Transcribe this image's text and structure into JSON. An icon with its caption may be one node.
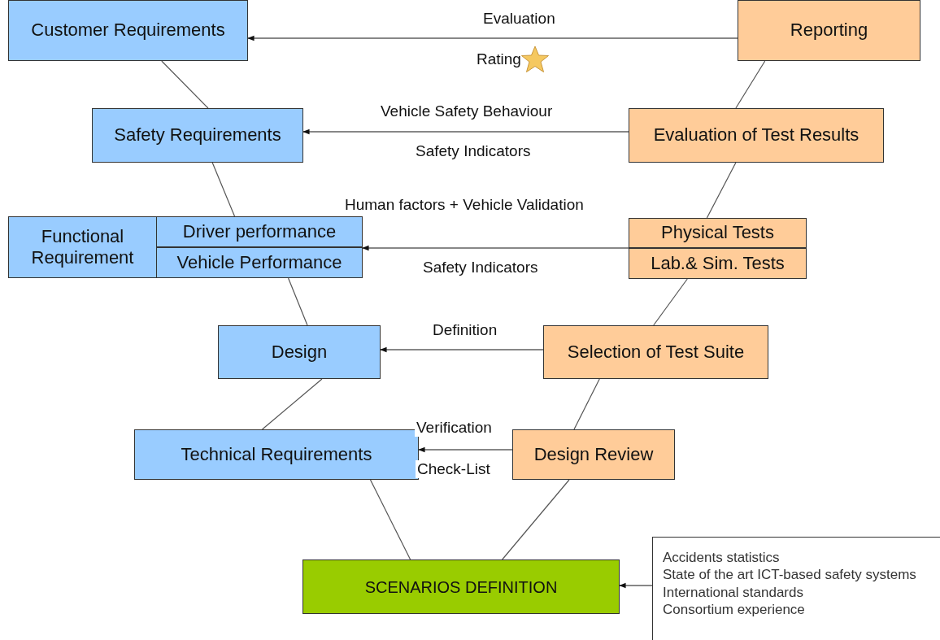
{
  "diagram": {
    "nodes": [
      {
        "text": [
          "Customer Requirements"
        ]
      },
      {
        "text": [
          "Safety Requirements"
        ]
      },
      {
        "text": [
          "Functional Requirement"
        ]
      },
      {
        "text": [
          "Driver performance"
        ]
      },
      {
        "text": [
          "Vehicle Performance"
        ]
      },
      {
        "text": [
          "Design"
        ]
      },
      {
        "text": [
          "Technical Requirements"
        ]
      },
      {
        "text": [
          "SCENARIOS DEFINITION"
        ]
      },
      {
        "text": [
          "Reporting"
        ]
      },
      {
        "text": [
          "Evaluation of Test Results"
        ]
      },
      {
        "text": [
          "Physical Tests"
        ]
      },
      {
        "text": [
          "Lab.& Sim. Tests"
        ]
      },
      {
        "text": [
          "Selection of Test Suite"
        ]
      },
      {
        "text": [
          "Design Review"
        ]
      },
      {
        "text": [
          "Accidents statistics",
          "State of the art ICT-based safety systems",
          "International standards",
          "Consortium experience"
        ]
      }
    ],
    "edges": [
      {
        "from": 8,
        "to": 0,
        "arrow": "to",
        "label": "Evaluation"
      },
      {
        "from": 9,
        "to": 1,
        "arrow": "to",
        "label": "Vehicle Safety Behaviour"
      },
      {
        "from": 10,
        "to": 3,
        "arrow": "to",
        "label": "Human factors + Vehicle Validation"
      },
      {
        "from": 12,
        "to": 5,
        "arrow": "to",
        "label": "Definition"
      },
      {
        "from": 13,
        "to": 6,
        "arrow": "to",
        "label": "Verification"
      },
      {
        "from": 14,
        "to": 7,
        "arrow": "to"
      },
      {
        "from": 0,
        "to": 1,
        "arrow": "none"
      },
      {
        "from": 1,
        "to": 3,
        "arrow": "none"
      },
      {
        "from": 4,
        "to": 5,
        "arrow": "none"
      },
      {
        "from": 5,
        "to": 6,
        "arrow": "none"
      },
      {
        "from": 6,
        "to": 7,
        "arrow": "none"
      },
      {
        "from": 7,
        "to": 13,
        "arrow": "none"
      },
      {
        "from": 13,
        "to": 12,
        "arrow": "none"
      },
      {
        "from": 12,
        "to": 11,
        "arrow": "none"
      },
      {
        "from": 10,
        "to": 9,
        "arrow": "none"
      },
      {
        "from": 9,
        "to": 8,
        "arrow": "none"
      }
    ],
    "labels": [
      "Rating",
      "Safety Indicators",
      "Safety Indicators",
      "Check-List"
    ]
  }
}
